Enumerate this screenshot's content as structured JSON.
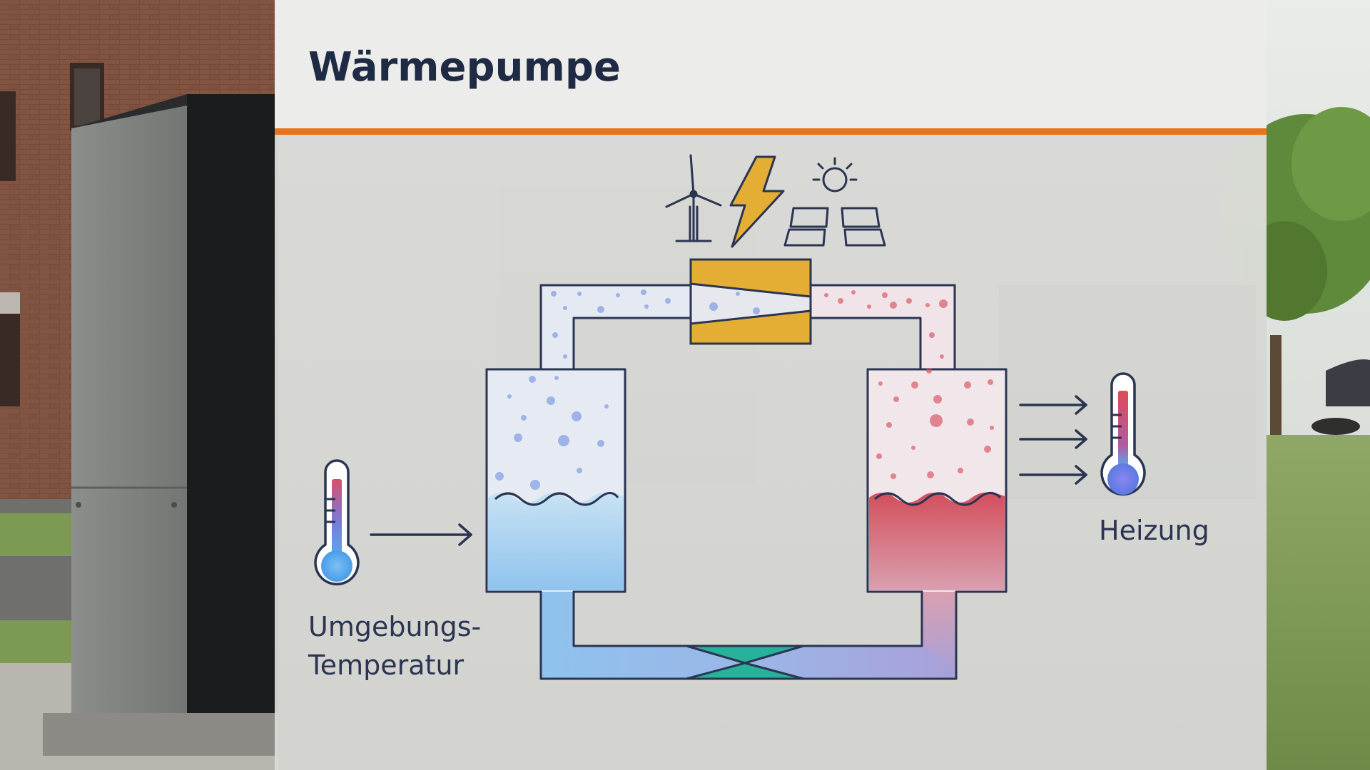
{
  "title": "Wärmepumpe",
  "labels": {
    "ambient_line1": "Umgebungs-",
    "ambient_line2": "Temperatur",
    "heating": "Heizung"
  },
  "icons": [
    "wind-turbine-icon",
    "lightning-bolt-icon",
    "sun-icon",
    "solar-panel-icon",
    "thermometer-cold-icon",
    "thermometer-hot-icon",
    "arrow-right-icon"
  ],
  "colors": {
    "accent_orange": "#e8731a",
    "title_navy": "#1f2a44",
    "line_navy": "#2a3552",
    "compressor_yellow": "#e3ae33",
    "valve_teal": "#27b39a",
    "cold_blue": "#8fc3ee",
    "hot_red": "#d9505f",
    "panel_gray": "#dcdcda"
  }
}
